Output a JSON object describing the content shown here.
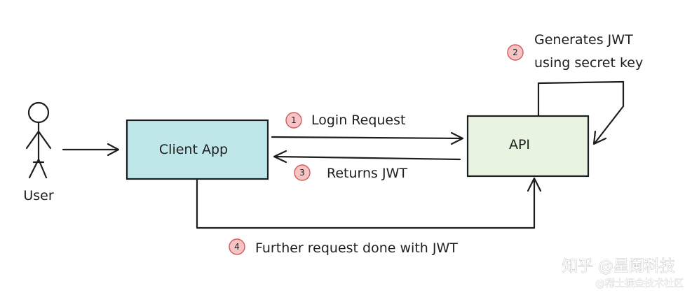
{
  "diagram": {
    "user": {
      "label": "User"
    },
    "client_app": {
      "label": "Client App",
      "fill": "#bfe6e9"
    },
    "api": {
      "label": "API",
      "fill": "#e9f3e1"
    },
    "steps": [
      {
        "number": "1",
        "label": "Login Request"
      },
      {
        "number": "2",
        "label_line1": "Generates JWT",
        "label_line2": "using secret key"
      },
      {
        "number": "3",
        "label": "Returns JWT"
      },
      {
        "number": "4",
        "label": "Further request done with JWT"
      }
    ],
    "step_badge_fill": "#f6c4c4",
    "step_badge_stroke": "#d45a5a"
  },
  "watermark": {
    "main": "知乎 @星阑科技",
    "sub": "@稀土掘金技术社区"
  }
}
